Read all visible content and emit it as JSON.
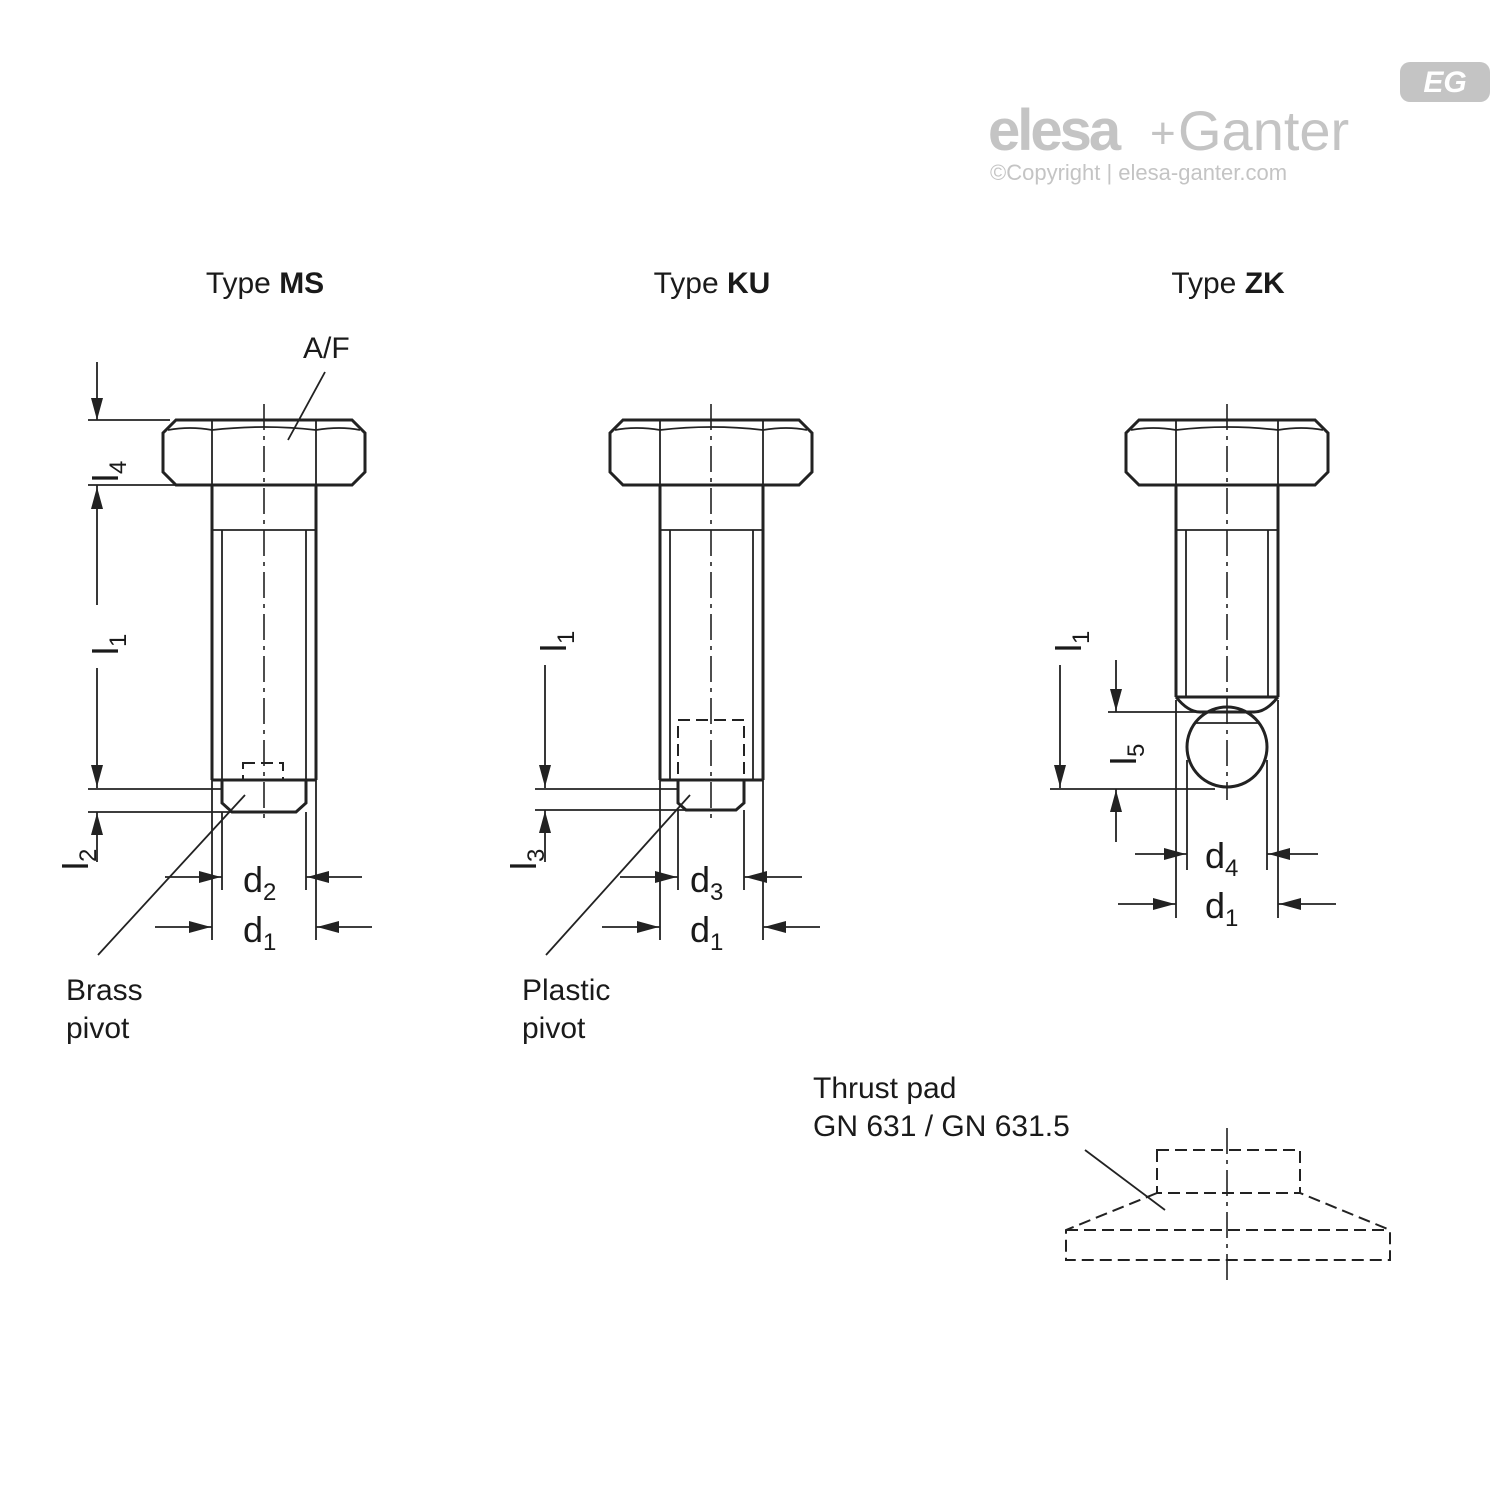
{
  "brand": {
    "logo_badge": "EG",
    "logo_text_1": "elesa",
    "logo_plus": "+",
    "logo_text_2": "Ganter",
    "copyright": "©Copyright | elesa-ganter.com"
  },
  "types": [
    {
      "prefix": "Type ",
      "code": "MS"
    },
    {
      "prefix": "Type ",
      "code": "KU"
    },
    {
      "prefix": "Type ",
      "code": "ZK"
    }
  ],
  "labels": {
    "af": "A/F",
    "brass_line1": "Brass",
    "brass_line2": "pivot",
    "plastic_line1": "Plastic",
    "plastic_line2": "pivot",
    "thrust_line1": "Thrust pad",
    "thrust_line2": "GN 631 / GN 631.5"
  },
  "dims": {
    "l": "l",
    "d": "d",
    "s1": "1",
    "s2": "2",
    "s3": "3",
    "s4": "4",
    "s5": "5"
  },
  "colors": {
    "line": "#222222",
    "logo": "#c4c4c4"
  }
}
